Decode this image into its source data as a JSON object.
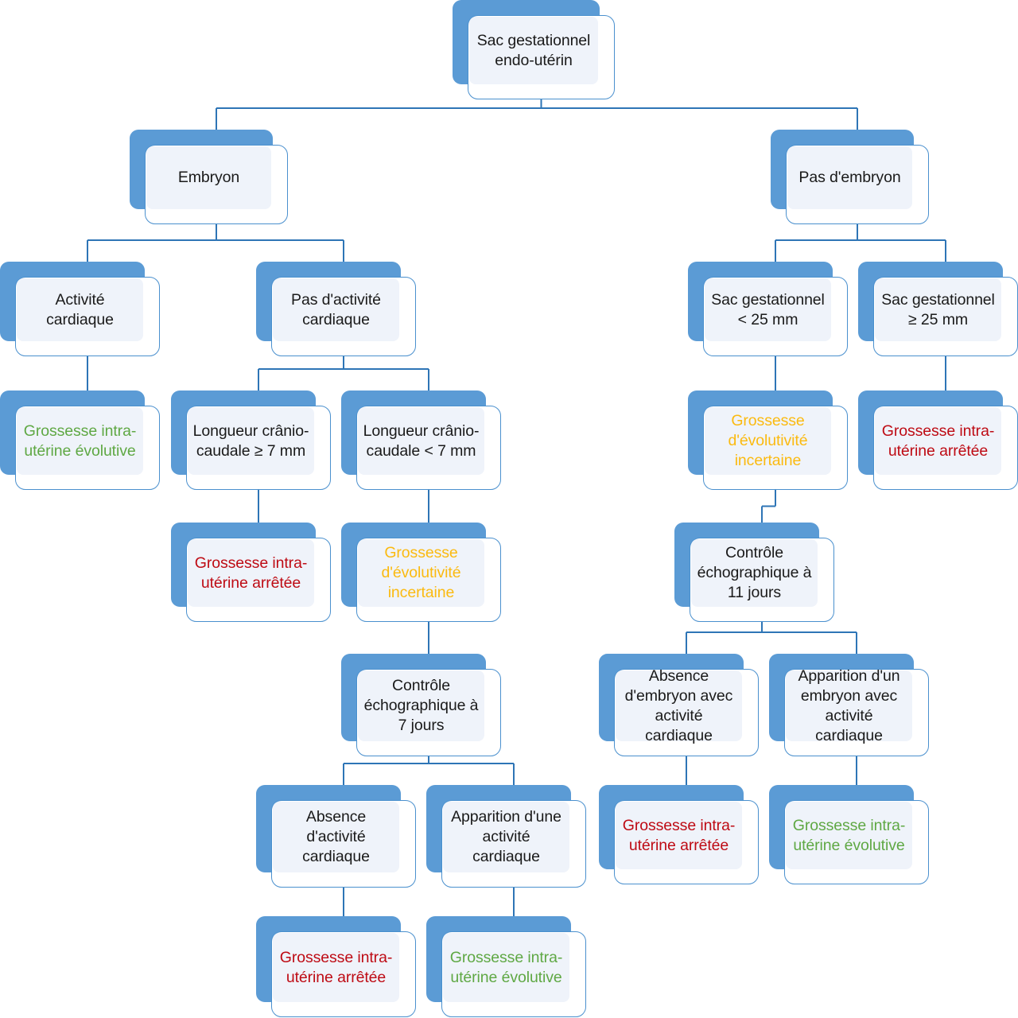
{
  "title": "Arbre décisionnel — Sac gestationnel endo-utérin",
  "palette": {
    "plate_blue": "#5B9BD5",
    "card_border": "#4A90CE",
    "inner_fill": "#EFF3FA",
    "connector": "#2E75B6",
    "text_default": "#1A1A1A",
    "text_green": "#5FA844",
    "text_red": "#BE0B14",
    "text_amber": "#FBBA10"
  },
  "chart_data": {
    "type": "diagram",
    "subtype": "decision-tree",
    "title": "Sac gestationnel endo-utérin",
    "nodes": [
      {
        "id": "n0",
        "text": "Sac gestationnel\nendo-utérin",
        "tone": "default",
        "level": 0
      },
      {
        "id": "n1",
        "text": "Embryon",
        "tone": "default",
        "level": 1
      },
      {
        "id": "n2",
        "text": "Pas d'embryon",
        "tone": "default",
        "level": 1
      },
      {
        "id": "n3",
        "text": "Activité cardiaque",
        "tone": "default",
        "level": 2
      },
      {
        "id": "n4",
        "text": "Pas d'activité\ncardiaque",
        "tone": "default",
        "level": 2
      },
      {
        "id": "n5",
        "text": "Sac gestationnel\n< 25 mm",
        "tone": "default",
        "level": 2
      },
      {
        "id": "n6",
        "text": "Sac gestationnel\n≥ 25 mm",
        "tone": "default",
        "level": 2
      },
      {
        "id": "n7",
        "text": "Grossesse intra-\nutérine évolutive",
        "tone": "green",
        "level": 3
      },
      {
        "id": "n8",
        "text": "Longueur crânio-\ncaudale ≥ 7 mm",
        "tone": "default",
        "level": 3
      },
      {
        "id": "n9",
        "text": "Longueur crânio-\ncaudale < 7 mm",
        "tone": "default",
        "level": 3
      },
      {
        "id": "n10",
        "text": "Grossesse\nd'évolutivité\nincertaine",
        "tone": "amber",
        "level": 3
      },
      {
        "id": "n11",
        "text": "Grossesse intra-\nutérine arrêtée",
        "tone": "red",
        "level": 3
      },
      {
        "id": "n12",
        "text": "Grossesse intra-\nutérine arrêtée",
        "tone": "red",
        "level": 4
      },
      {
        "id": "n13",
        "text": "Grossesse\nd'évolutivité\nincertaine",
        "tone": "amber",
        "level": 4
      },
      {
        "id": "n14",
        "text": "Contrôle\néchographique à\n11 jours",
        "tone": "default",
        "level": 4
      },
      {
        "id": "n15",
        "text": "Contrôle\néchographique à\n7 jours",
        "tone": "default",
        "level": 5
      },
      {
        "id": "n16",
        "text": "Absence\nd'embryon avec\nactivité cardiaque",
        "tone": "default",
        "level": 5
      },
      {
        "id": "n17",
        "text": "Apparition d'un\nembryon avec\nactivité cardiaque",
        "tone": "default",
        "level": 5
      },
      {
        "id": "n18",
        "text": "Absence\nd'activité\ncardiaque",
        "tone": "default",
        "level": 6
      },
      {
        "id": "n19",
        "text": "Apparition d'une\nactivité cardiaque",
        "tone": "default",
        "level": 6
      },
      {
        "id": "n20",
        "text": "Grossesse intra-\nutérine arrêtée",
        "tone": "red",
        "level": 6
      },
      {
        "id": "n21",
        "text": "Grossesse intra-\nutérine évolutive",
        "tone": "green",
        "level": 6
      },
      {
        "id": "n22",
        "text": "Grossesse intra-\nutérine arrêtée",
        "tone": "red",
        "level": 7
      },
      {
        "id": "n23",
        "text": "Grossesse intra-\nutérine évolutive",
        "tone": "green",
        "level": 7
      }
    ],
    "edges": [
      [
        "n0",
        "n1"
      ],
      [
        "n0",
        "n2"
      ],
      [
        "n1",
        "n3"
      ],
      [
        "n1",
        "n4"
      ],
      [
        "n2",
        "n5"
      ],
      [
        "n2",
        "n6"
      ],
      [
        "n3",
        "n7"
      ],
      [
        "n4",
        "n8"
      ],
      [
        "n4",
        "n9"
      ],
      [
        "n5",
        "n10"
      ],
      [
        "n6",
        "n11"
      ],
      [
        "n8",
        "n12"
      ],
      [
        "n9",
        "n13"
      ],
      [
        "n10",
        "n14"
      ],
      [
        "n13",
        "n15"
      ],
      [
        "n14",
        "n16"
      ],
      [
        "n14",
        "n17"
      ],
      [
        "n15",
        "n18"
      ],
      [
        "n15",
        "n19"
      ],
      [
        "n16",
        "n20"
      ],
      [
        "n17",
        "n21"
      ],
      [
        "n18",
        "n22"
      ],
      [
        "n19",
        "n23"
      ]
    ]
  }
}
